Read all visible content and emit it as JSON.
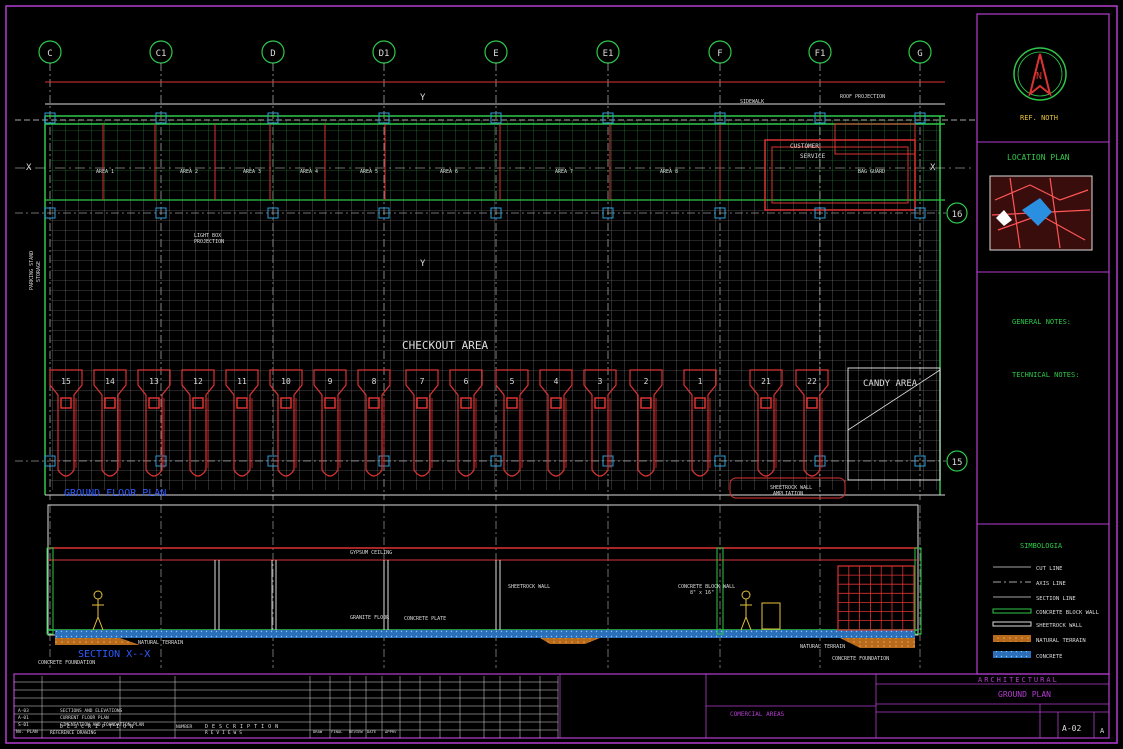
{
  "grid_axes": {
    "columns": [
      "C",
      "C1",
      "D",
      "D1",
      "E",
      "E1",
      "F",
      "F1",
      "G"
    ],
    "rows": [
      "16",
      "15"
    ],
    "section_marks": [
      "X",
      "X",
      "Y",
      "Y"
    ]
  },
  "title_block": {
    "ref_north": "REF.  NOTH",
    "location_plan": "LOCATION  PLAN",
    "general_notes_title": "GENERAL NOTES:",
    "technical_notes_title": "TECHNICAL NOTES:",
    "simbologia_title": "SIMBOLOGIA",
    "legend": [
      "CUT LINE",
      "AXIS LINE",
      "SECTION LINE",
      "CONCRETE BLOCK WALL",
      "SHEETROCK WALL",
      "NATURAL TERRAIN",
      "CONCRETE"
    ],
    "discipline": "ARCHITECTURAL",
    "sheet_title": "GROUND PLAN",
    "project": "COMERCIAL AREAS",
    "sheet_number": "A-02",
    "rev": "A"
  },
  "plan": {
    "title": "GROUND FLOOR PLAN",
    "checkout_area": "CHECKOUT AREA",
    "candy_area": "CANDY AREA",
    "sidewalk": "SIDEWALK",
    "roof_projection": "ROOF PROJECTION",
    "customer_service": [
      "CUSTOMER",
      "SERVICE"
    ],
    "bag_guard": "BAG GUARD",
    "light_box": [
      "LIGHT BOX",
      "PROJECTION"
    ],
    "parking_stand": [
      "PARKING STAND",
      "STORAGE"
    ],
    "areas": [
      "AREA 1",
      "AREA 2",
      "AREA 3",
      "AREA 4",
      "AREA 5",
      "AREA 6",
      "AREA 7",
      "AREA 8"
    ],
    "checkouts": [
      "15",
      "14",
      "13",
      "12",
      "11",
      "10",
      "9",
      "8",
      "7",
      "6",
      "5",
      "4",
      "3",
      "2",
      "1",
      "21",
      "22"
    ],
    "ampliation": [
      "SHEETROCK WALL",
      "AMPLIATION"
    ]
  },
  "section": {
    "title": "SECTION  X--X",
    "labels": [
      "GYPSUM CEILING",
      "SHEETROCK WALL",
      "CONCRETE BLOCK WALL",
      "GRANITE FLOOR",
      "CONCRETE PLATE",
      "NATURAL TERRAIN",
      "CONCRETE FOUNDATION",
      "NATURAL TERRAIN",
      "CONCRETE FOUNDATION"
    ],
    "block_size": "8\" x 16\""
  },
  "revisions": {
    "rows": [
      {
        "no": "A-03",
        "desc": "SECTIONS AND ELEVATIONS"
      },
      {
        "no": "A-01",
        "desc": "CURRENT FLOOR PLAN"
      },
      {
        "no": "S-01",
        "desc": "CIMENTATION AND FOUNDATION PLAN"
      }
    ],
    "no_plan": "No. PLAN",
    "descripcion": "DESCRIPTION",
    "reference": "REFERENCE DRAWING",
    "number": "NUMBER",
    "revision_desc": "DESCRIPTION",
    "reviews": "REVIEWS",
    "cols": [
      "DRAW",
      "FINAL",
      "REVIEW",
      "DATE",
      "APPRV"
    ]
  }
}
